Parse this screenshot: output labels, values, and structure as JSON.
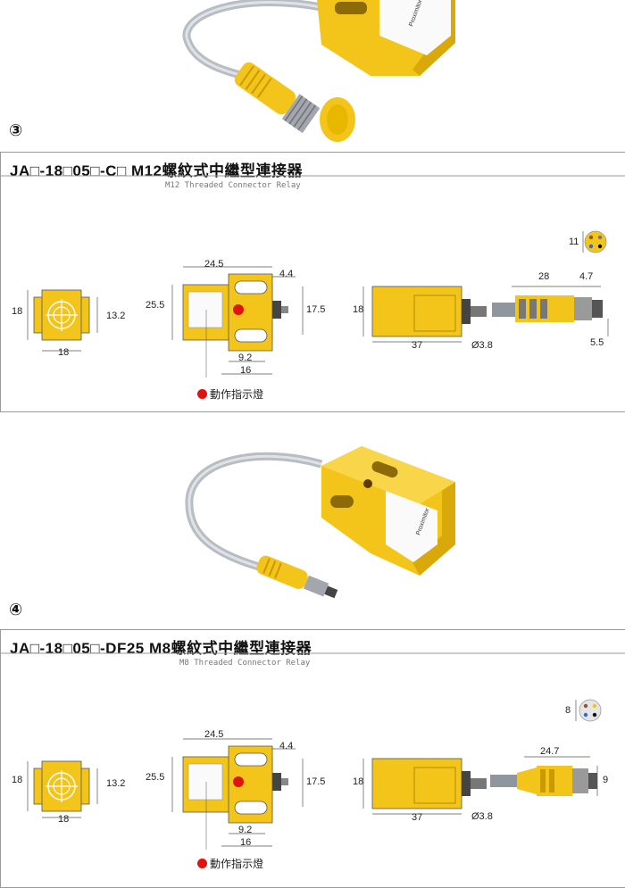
{
  "photo3_caption": "③",
  "photo4_caption": "④",
  "product3": {
    "title": "JA□-18□05□-C□  M12螺紋式中繼型連接器",
    "subtitle": "M12 Threaded Connector Relay",
    "connector_label": "11",
    "dims": {
      "front_height": "18",
      "front_inner": "13.2",
      "front_width": "18",
      "top_width": "24.5",
      "top_slot": "4.4",
      "top_height": "25.5",
      "top_inner": "17.5",
      "top_slot_spacing": "9.2",
      "top_base": "16",
      "side_height": "18",
      "side_length": "37",
      "cable_dia": "Ø3.8",
      "plug_length": "28",
      "plug_end": "4.7",
      "plug_dia": "5.5"
    },
    "legend": "動作指示燈"
  },
  "product4": {
    "title": "JA□-18□05□-DF25  M8螺紋式中繼型連接器",
    "subtitle": "M8 Threaded Connector Relay",
    "connector_label": "8",
    "dims": {
      "front_height": "18",
      "front_inner": "13.2",
      "front_width": "18",
      "top_width": "24.5",
      "top_slot": "4.4",
      "top_height": "25.5",
      "top_inner": "17.5",
      "top_slot_spacing": "9.2",
      "top_base": "16",
      "side_height": "18",
      "side_length": "37",
      "cable_dia": "Ø3.8",
      "plug_length": "24.7",
      "plug_dia": "9"
    },
    "legend": "動作指示燈"
  },
  "colors": {
    "yellow": "#f3c41a",
    "yellow_dark": "#d9a90c",
    "red": "#e0140f",
    "cable": "#b8bdc4",
    "gray_metal": "#9a9a9a"
  },
  "icons": [
    "target-icon",
    "indicator-dot-icon",
    "connector-pin-icon"
  ]
}
